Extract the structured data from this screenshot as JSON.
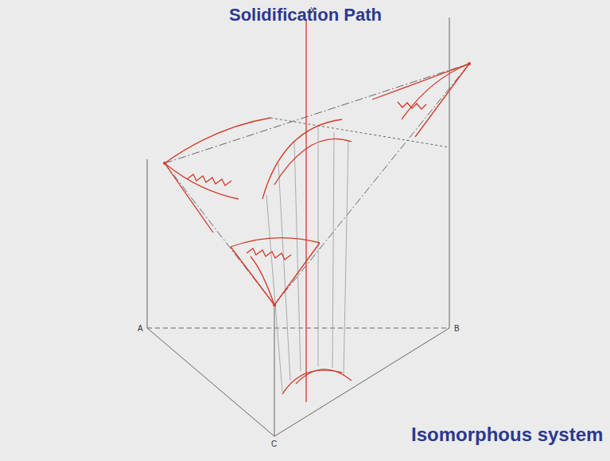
{
  "diagram": {
    "title": "Solidification Path",
    "caption": "Isomorphous system",
    "labels": [
      "A",
      "B",
      "C",
      "X"
    ]
  }
}
